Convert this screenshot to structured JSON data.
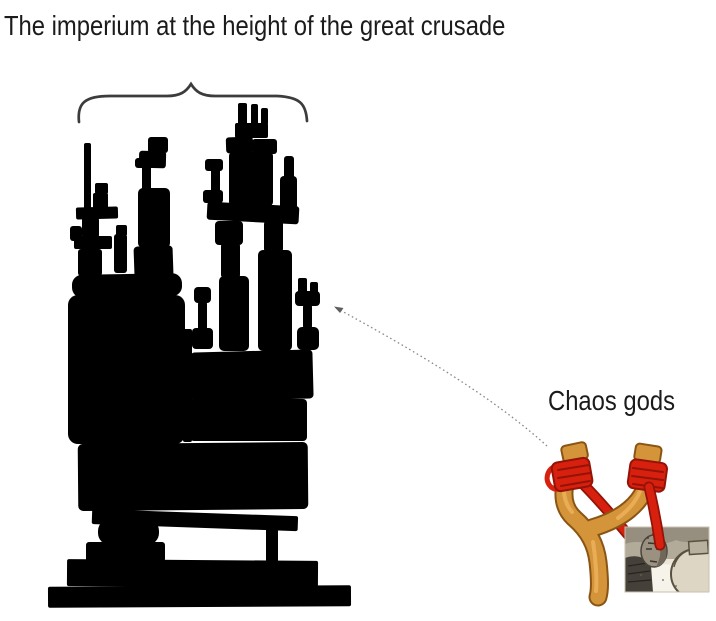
{
  "title": "The imperium at the height of the great crusade",
  "annotation": {
    "label": "Chaos gods"
  },
  "figures": {
    "tower": "hand-drawn-stacked-blocks-tower",
    "brace": "curly-brace-over-tower",
    "arrow": "dotted-curved-arrow-pointing-at-small-block",
    "slingshot": "wooden-slingshot-with-red-rubber-bands",
    "projectile": "etched-portrait-photo-in-slingshot"
  },
  "colors": {
    "background": "#ffffff",
    "text": "#1b1b1b",
    "block_fill": "#e7e7e7",
    "block_stroke": "#2f2f2f",
    "brace": "#3c3c3c",
    "arrow": "#8a8a8a",
    "wood": "#d4943a",
    "wood_dark": "#8a5514",
    "wood_light": "#ecb25c",
    "band_red": "#d8200f",
    "band_red_dark": "#931307",
    "photo_light": "#ece6d8",
    "photo_dark": "#45413a"
  }
}
